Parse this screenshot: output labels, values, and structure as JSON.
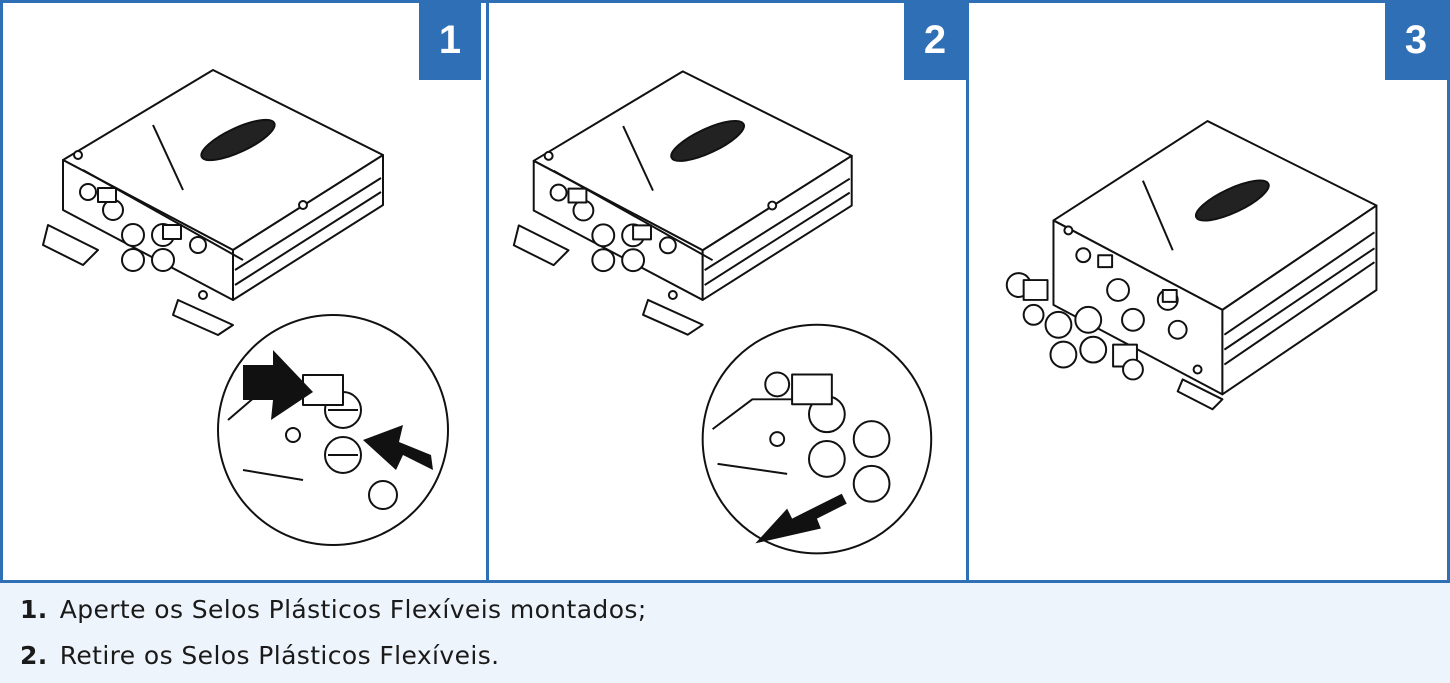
{
  "panels": [
    {
      "number": "1",
      "illustration": "amplifier-with-seals-pressing-icon"
    },
    {
      "number": "2",
      "illustration": "amplifier-with-seals-removing-icon"
    },
    {
      "number": "3",
      "illustration": "amplifier-without-seals-icon"
    }
  ],
  "steps": [
    {
      "number": "1.",
      "text": "Aperte os Selos Plásticos Flexíveis montados;"
    },
    {
      "number": "2.",
      "text": "Retire os Selos Plásticos Flexíveis."
    }
  ],
  "colors": {
    "accent": "#2f6fb6",
    "caption_bg": "#eef4fb"
  }
}
